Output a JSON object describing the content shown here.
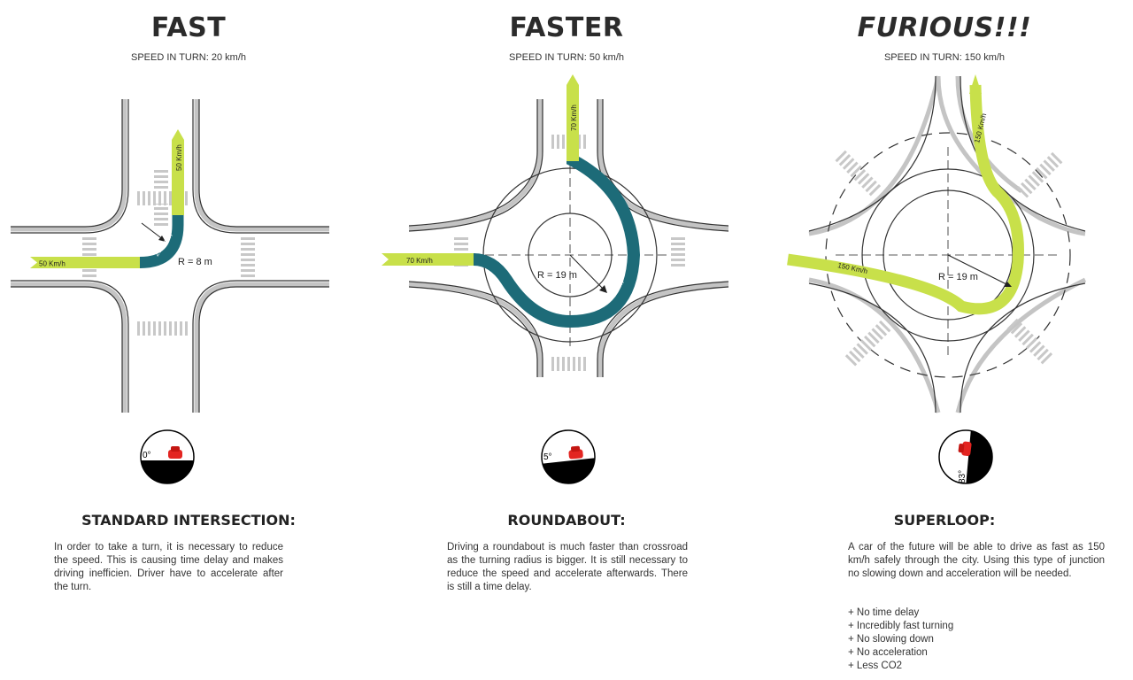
{
  "panels": [
    {
      "title": "FAST",
      "speed_label": "SPEED IN TURN: 20 km/h",
      "in_speed": "50 Km/h",
      "turn_speed": "20 Km/h",
      "out_speed": "50 Km/h",
      "radius": "R = 8 m",
      "tilt": "0°",
      "heading": "STANDARD INTERSECTION:",
      "description": "In order to take a turn, it is necessary to reduce the speed. This is causing time delay and makes driving inefficien. Driver have to accelerate after the turn."
    },
    {
      "title": "FASTER",
      "speed_label": "SPEED IN TURN: 50 km/h",
      "in_speed": "70 Km/h",
      "turn_speed": "50 Km/h",
      "out_speed": "70 Km/h",
      "radius": "R = 19 m",
      "tilt": "5°",
      "heading": "ROUNDABOUT:",
      "description": "Driving a roundabout is much faster than crossroad as the turning radius is bigger. It is still necessary to reduce the speed and accelerate afterwards. There is still a time delay."
    },
    {
      "title": "FURIOUS!!!",
      "speed_label": "SPEED IN TURN: 150 km/h",
      "in_speed": "150 Km/h",
      "out_speed": "150 Km/h",
      "radius": "R = 19 m",
      "tilt": "83°",
      "heading": "SUPERLOOP:",
      "description": "A car of the future will be able to drive as fast as 150 km/h safely through the city. Using this type of junction no slowing down and acceleration will be needed.",
      "benefits": [
        "+ No time delay",
        "+ Incredibly fast turning",
        "+ No slowing down",
        "+ No acceleration",
        "+ Less CO2"
      ]
    }
  ],
  "colors": {
    "fast_lane": "#c8e04a",
    "slow_lane": "#1d6b78",
    "road_edge": "#b9b9b9",
    "ink": "#222222"
  }
}
